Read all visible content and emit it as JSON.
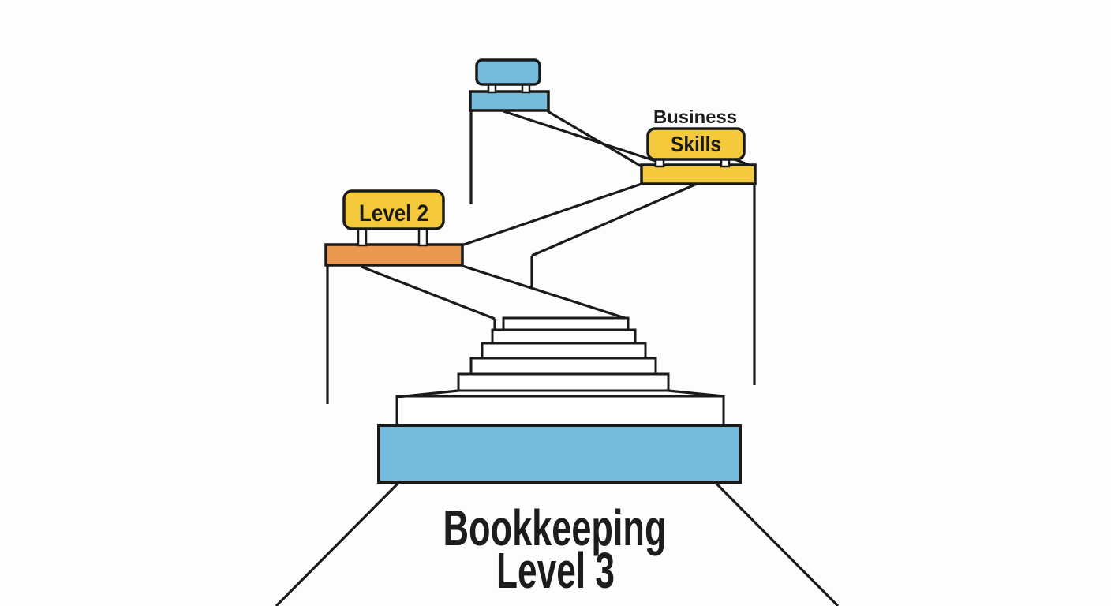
{
  "title": {
    "line1": "Bookkeeping",
    "line2": "Level 3"
  },
  "signs": {
    "top_blue": {
      "label": ""
    },
    "business": {
      "caption": "Business",
      "label": "Skills"
    },
    "level2": {
      "label": "Level 2"
    }
  },
  "colors": {
    "background": "#fdfdfd",
    "stroke": "#1a1a1a",
    "text": "#1c1c1c",
    "blue": "#75bcdc",
    "yellow": "#f5c93c",
    "orange": "#ea9750"
  }
}
